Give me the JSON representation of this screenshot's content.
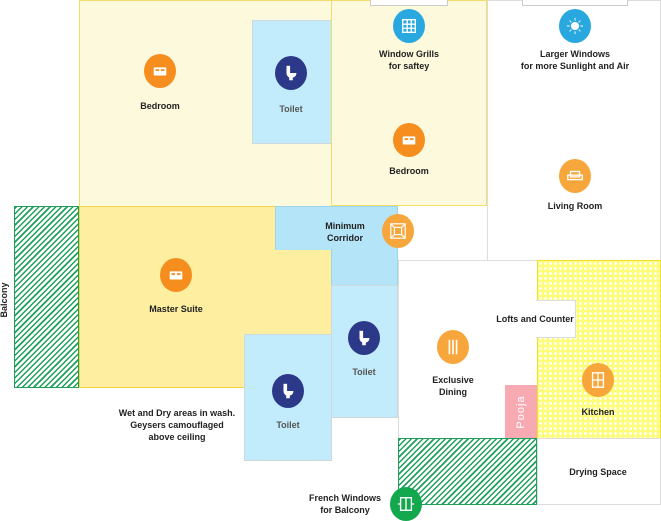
{
  "rooms": {
    "bedroom1": "Bedroom",
    "toilet1": "Toilet",
    "window_grills": "Window Grills\nfor saftey",
    "larger_windows": "Larger Windows\nfor more Sunlight and Air",
    "bedroom2": "Bedroom",
    "living_room": "Living Room",
    "corridor": "Minimum\nCorridor",
    "balcony": "Balcony",
    "master_suite": "Master Suite",
    "toilet2": "Toilet",
    "toilet3": "Toilet",
    "wet_dry_note": "Wet and Dry areas in wash.\nGeysers camouflaged\nabove ceiling",
    "lofts": "Lofts and Counter",
    "dining": "Exclusive\nDining",
    "pooja": "Pooja",
    "kitchen": "Kitchen",
    "drying": "Drying Space",
    "french_windows": "French Windows\nfor Balcony"
  },
  "colors": {
    "orange": "#f58e1f",
    "navy": "#2c3888",
    "sky": "#29a8e0",
    "green": "#14a84e",
    "pink": "#f8aab2"
  }
}
